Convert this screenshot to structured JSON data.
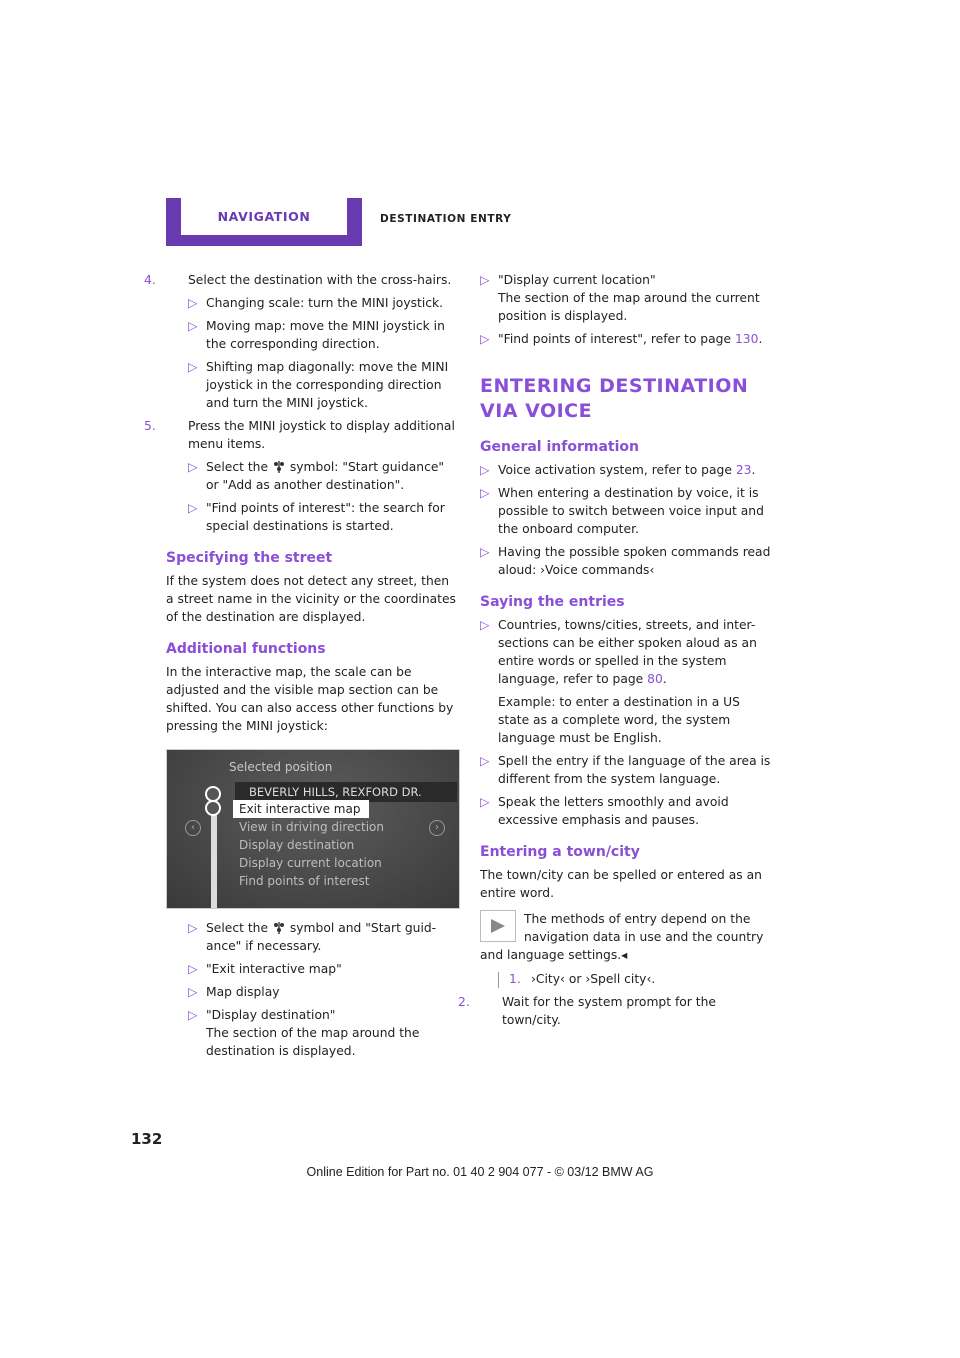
{
  "header": {
    "tab_label": "NAVIGATION",
    "section": "DESTINATION ENTRY"
  },
  "left": {
    "step4": {
      "num": "4.",
      "text": "Select the destination with the cross-hairs."
    },
    "step4_bullets": [
      "Changing scale: turn the MINI joystick.",
      "Moving map: move the MINI joystick in the corresponding direction.",
      "Shifting map diagonally: move the MINI joystick in the corresponding direction and turn the MINI joystick."
    ],
    "step5": {
      "num": "5.",
      "text": "Press the MINI joystick to display additional menu items."
    },
    "step5_b1_pre": "Select the",
    "step5_b1_post": "symbol: \"Start guidance\" or \"Add as another destination\".",
    "step5_b2": "\"Find points of interest\": the search for special destinations is started.",
    "h_street": "Specifying the street",
    "p_street": "If the system does not detect any street, then a street name in the vicinity or the coordinates of the destination are displayed.",
    "h_additional": "Additional functions",
    "p_additional": "In the interactive map, the scale can be adjusted and the visible map section can be shifted. You can also access other functions by pressing the MINI joystick:",
    "screen": {
      "title": "Selected position",
      "address": "BEVERLY HILLS, REXFORD DR.",
      "items": [
        "Exit interactive map",
        "View in driving direction",
        "Display destination",
        "Display current location",
        "Find points of interest"
      ]
    },
    "after_b1_pre": "Select the",
    "after_b1_post": "symbol and \"Start guid-ance\" if necessary.",
    "after_b2": "\"Exit interactive map\"",
    "after_b3": "Map display",
    "after_b4_line1": "\"Display destination\"",
    "after_b4_line2": "The section of the map around the destination is displayed."
  },
  "right": {
    "b1_line1": "\"Display current location\"",
    "b1_line2": "The section of the map around the current position is displayed.",
    "b2_pre": "\"Find points of interest\", refer to page",
    "b2_page": "130",
    "h_voice": "Entering destination via voice",
    "h_general": "General information",
    "g1_pre": "Voice activation system, refer to page",
    "g1_page": "23",
    "g2": "When entering a destination by voice, it is possible to switch between voice input and the onboard computer.",
    "g3": "Having the possible spoken commands read aloud: ›Voice commands‹",
    "h_saying": "Saying the entries",
    "s1_pre": "Countries, towns/cities, streets, and inter-sections can be either spoken aloud as an entire words or spelled in the system language, refer to page",
    "s1_page": "80",
    "s1_example": "Example: to enter a destination in a US state as a complete word, the system language must be English.",
    "s2": "Spell the entry if the language of the area is different from the system language.",
    "s3": "Speak the letters smoothly and avoid excessive emphasis and pauses.",
    "h_town": "Entering a town/city",
    "p_town": "The town/city can be spelled or entered as an entire word.",
    "note": "The methods of entry depend on the navigation data in use and the country and language settings.",
    "note_end": "◂",
    "v1_num": "1.",
    "v1_text": "›City‹ or ›Spell city‹.",
    "v2_num": "2.",
    "v2_text": "Wait for the system prompt for the town/city."
  },
  "page_number": "132",
  "footer": "Online Edition for Part no. 01 40 2 904 077 - © 03/12 BMW AG"
}
